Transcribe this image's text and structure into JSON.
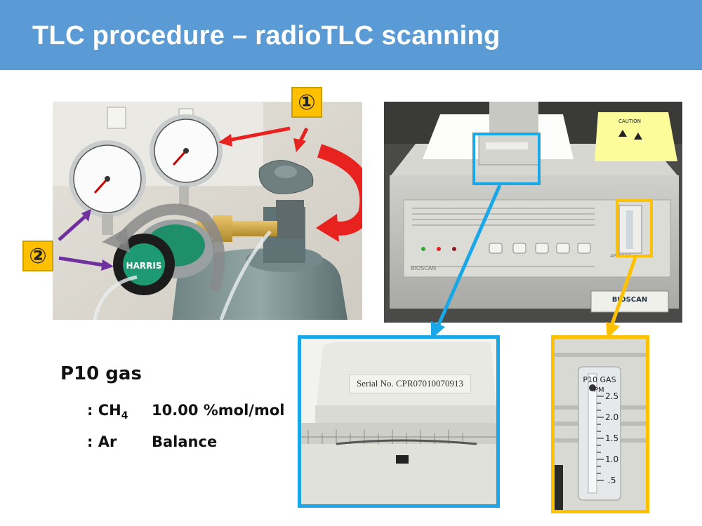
{
  "slide": {
    "title": "TLC procedure – radioTLC scanning"
  },
  "badges": {
    "one": "①",
    "two": "②"
  },
  "gas": {
    "title": "P10 gas",
    "components": [
      {
        "prefix": ": ",
        "name": "CH",
        "subscript": "4",
        "value": "10.00 %mol/mol"
      },
      {
        "prefix": ": ",
        "name": "Ar",
        "subscript": "",
        "value": "Balance"
      }
    ]
  },
  "photos": {
    "regulator": {
      "brand": "HARRIS"
    },
    "scanner": {
      "brand": "BIOSCAN",
      "model": "AR-2000",
      "label_plate": "BIOSCAN"
    },
    "serial_inset": {
      "serial": "Serial No. CPR07010070913"
    },
    "flowmeter_inset": {
      "header": "P10 GAS",
      "unit": "PM",
      "ticks": [
        "2.5",
        "2.0",
        "1.5",
        "1.0",
        ".5"
      ]
    }
  },
  "colors": {
    "header": "#5a9bd5",
    "badge": "#ffc000",
    "inset_blue": "#1aa7e8",
    "inset_orange": "#ffc000",
    "arrow_red": "#e8221e",
    "arrow_purple": "#7030a0",
    "arrow_gray": "#8a8a8a"
  }
}
